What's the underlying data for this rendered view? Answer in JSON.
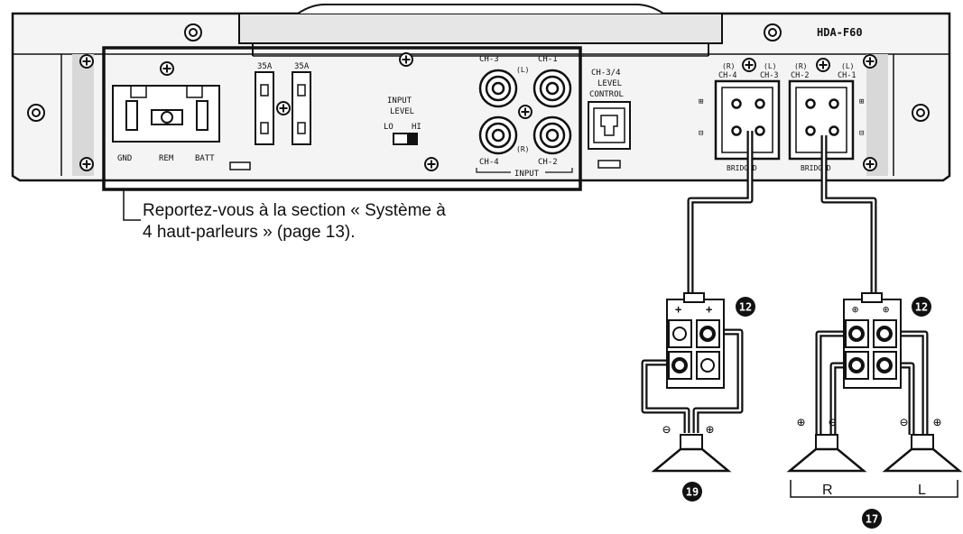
{
  "model": "HDA-F60",
  "power_terminal": {
    "gnd": "GND",
    "rem": "REM",
    "batt": "BATT"
  },
  "fuses": [
    "35A",
    "35A"
  ],
  "input_level": {
    "title_1": "INPUT",
    "title_2": "LEVEL",
    "lo": "LO",
    "hi": "HI"
  },
  "rca_inputs": {
    "ch3": "CH-3",
    "ch1": "CH-1",
    "ch4": "CH-4",
    "ch2": "CH-2",
    "left": "(L)",
    "right": "(R)",
    "group_label": "INPUT"
  },
  "level_control": {
    "line1": "CH-3/4",
    "line2": "LEVEL",
    "line3": "CONTROL"
  },
  "speaker_output_a": {
    "top_left": "(R)",
    "ch_left": "CH-4",
    "top_right": "(L)",
    "ch_right": "CH-3",
    "bridged": "BRIDGED"
  },
  "speaker_output_b": {
    "top_left": "(R)",
    "ch_left": "CH-2",
    "top_right": "(L)",
    "ch_right": "CH-1",
    "bridged": "BRIDGED"
  },
  "note": {
    "line1": "Reportez-vous à la section « Système à",
    "line2": "4 haut-parleurs » (page 13)."
  },
  "callouts": {
    "connector_a": "12",
    "connector_b": "12",
    "subwoofer": "19",
    "speakers": "17"
  },
  "speaker_labels": {
    "right": "R",
    "left": "L"
  }
}
